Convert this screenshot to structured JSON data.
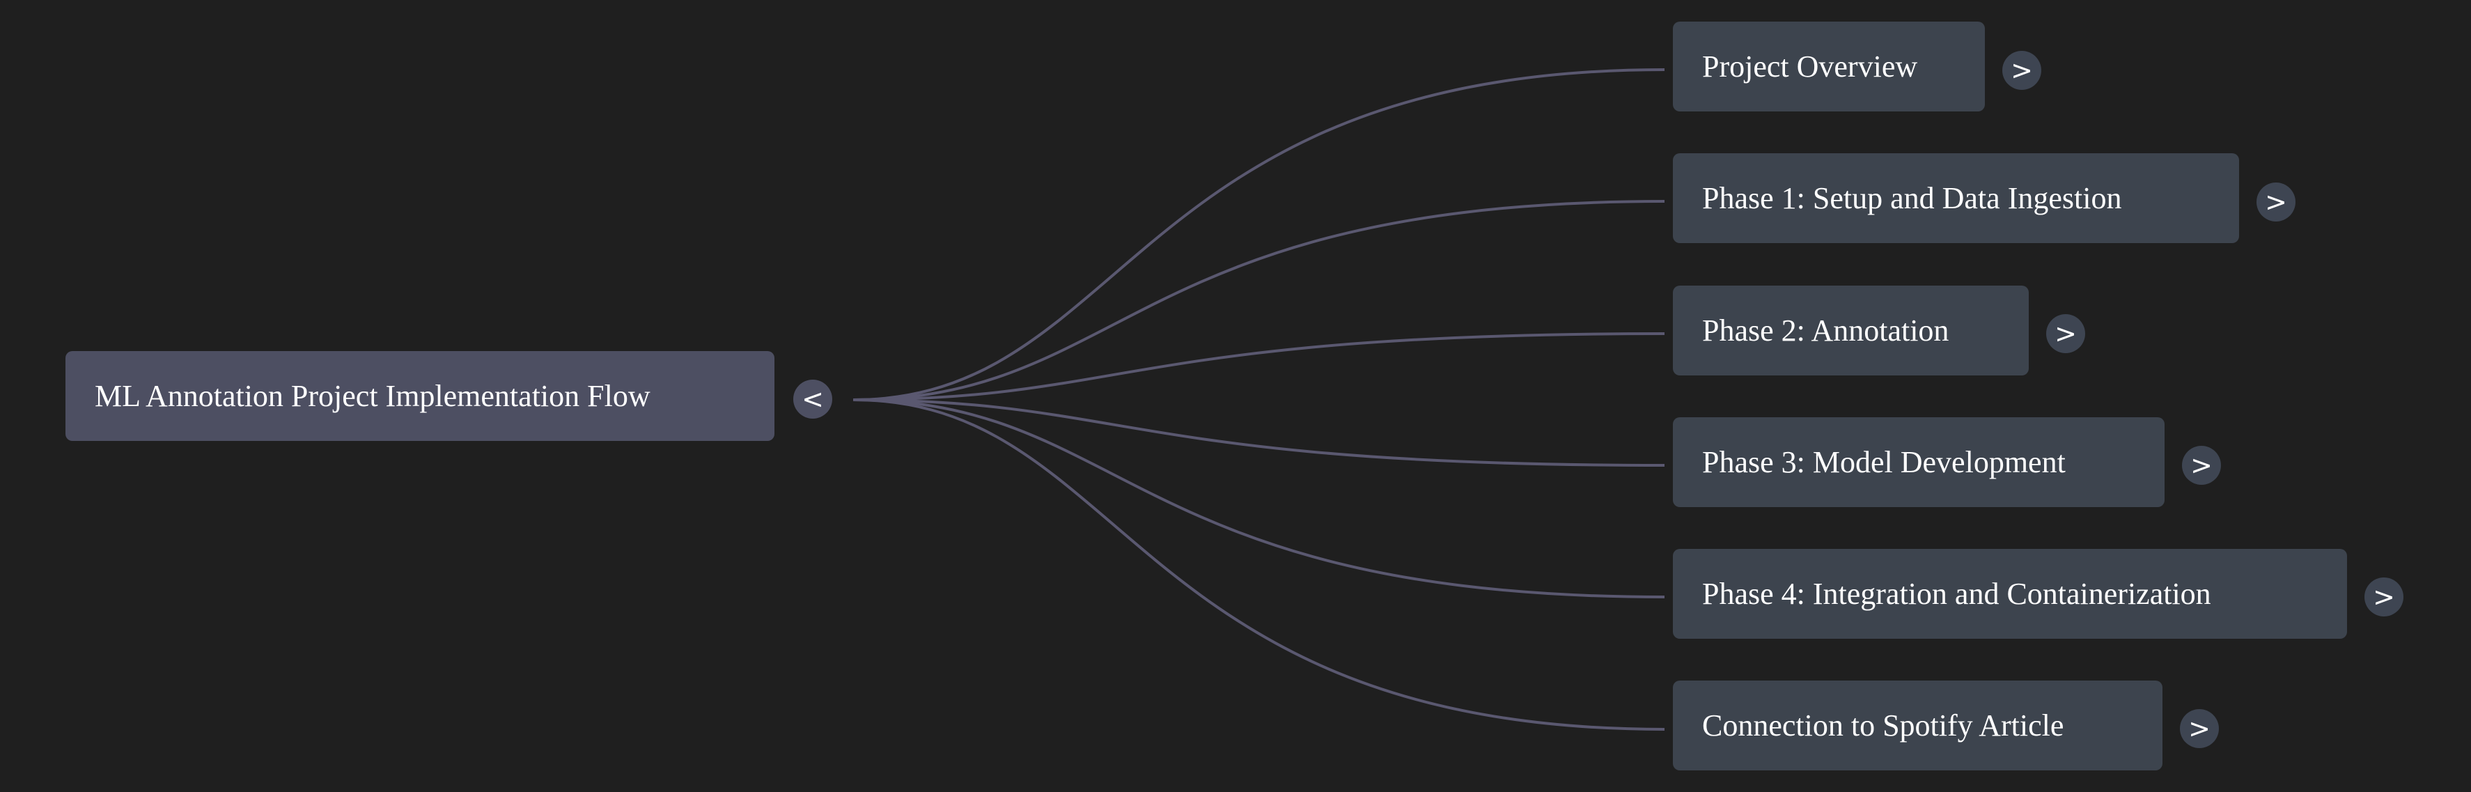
{
  "root": {
    "label": "ML Annotation Project Implementation Flow",
    "toggle_symbol": "<"
  },
  "children": [
    {
      "label": "Project Overview",
      "toggle_symbol": ">"
    },
    {
      "label": "Phase 1: Setup and Data Ingestion",
      "toggle_symbol": ">"
    },
    {
      "label": "Phase 2: Annotation",
      "toggle_symbol": ">"
    },
    {
      "label": "Phase 3: Model Development",
      "toggle_symbol": ">"
    },
    {
      "label": "Phase 4: Integration and Containerization",
      "toggle_symbol": ">"
    },
    {
      "label": "Connection to Spotify Article",
      "toggle_symbol": ">"
    }
  ],
  "colors": {
    "background": "#1f1f1f",
    "root_node": "#4d4f62",
    "child_node": "#3d444e",
    "edge": "#5a5870",
    "text": "#ffffff"
  }
}
